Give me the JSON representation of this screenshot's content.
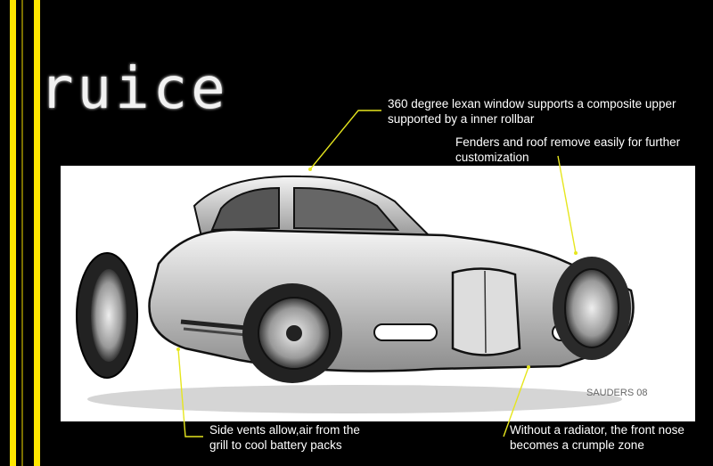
{
  "title": "ruice",
  "colors": {
    "background": "#000000",
    "stripes": "#ffe600",
    "callout_lines": "#e6e61e",
    "text": "#ffffff"
  },
  "annotations": {
    "lexan_window": "360 degree lexan window supports a composite upper\nsupported by a inner rollbar",
    "fenders_roof": "Fenders and roof remove easily for further\ncustomization",
    "side_vents": "Side vents allow,air from the\ngrill to cool battery packs",
    "radiator": "Without a radiator, the front nose\nbecomes a crumple zone"
  },
  "signature": "SAUDERS 08"
}
